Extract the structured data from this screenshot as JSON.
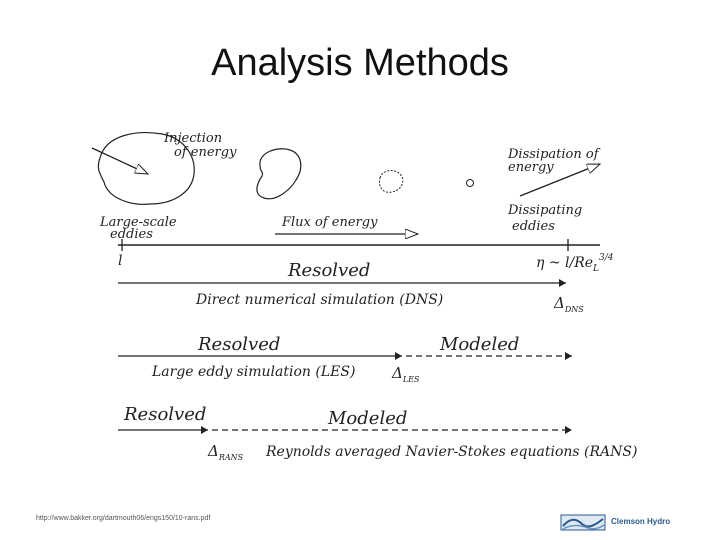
{
  "slide": {
    "title": "Analysis Methods",
    "footer_url": "http://www.bakker.org/dartmouth06/engs150/10-rans.pdf",
    "logo_text": "Clemson Hydro"
  },
  "diagram": {
    "injection_line1": "Injection",
    "injection_line2": "of energy",
    "dissipation_line1": "Dissipation of",
    "dissipation_line2": "energy",
    "large_scale_line1": "Large-scale",
    "large_scale_line2": "eddies",
    "flux_label": "Flux of energy",
    "dissipating_line1": "Dissipating",
    "dissipating_line2": "eddies",
    "scale_left": "l",
    "scale_right": "η ~ l/Re",
    "scale_right_sub": "L",
    "scale_right_sup": "3/4",
    "dns_resolved": "Resolved",
    "dns_caption": "Direct numerical simulation (DNS)",
    "dns_delta": "Δ",
    "dns_delta_sub": "DNS",
    "les_resolved": "Resolved",
    "les_modeled": "Modeled",
    "les_caption": "Large eddy simulation (LES)",
    "les_delta": "Δ",
    "les_delta_sub": "LES",
    "rans_resolved": "Resolved",
    "rans_modeled": "Modeled",
    "rans_delta": "Δ",
    "rans_delta_sub": "RANS",
    "rans_caption": "Reynolds averaged Navier-Stokes equations (RANS)"
  }
}
